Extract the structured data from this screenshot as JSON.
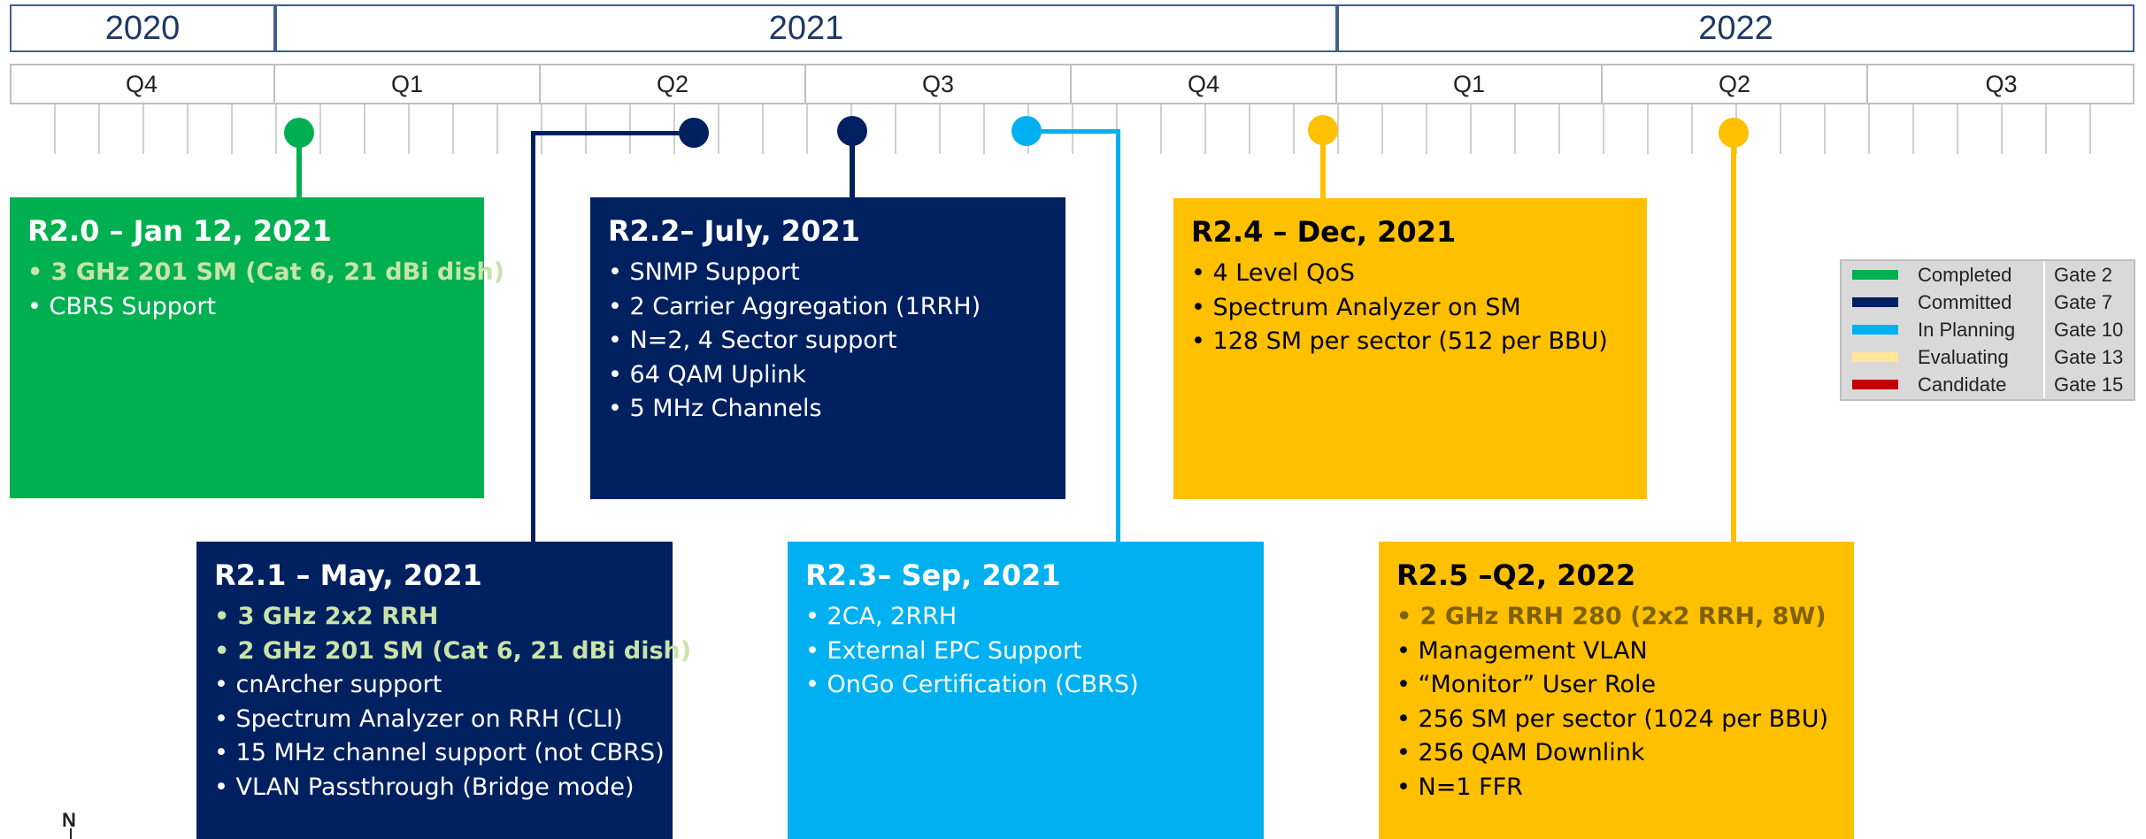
{
  "years": [
    "2020",
    "2021",
    "2022"
  ],
  "quarters": [
    "Q4",
    "Q1",
    "Q2",
    "Q3",
    "Q4",
    "Q1",
    "Q2",
    "Q3"
  ],
  "colors": {
    "completed": "#00b050",
    "committed": "#002060",
    "in_planning": "#00b0f0",
    "evaluating": "#ffe699",
    "candidate": "#c00000",
    "roadmap_gold": "#ffc000"
  },
  "releases": [
    {
      "title": "R2.0 – Jan 12, 2021",
      "items": [
        "3 GHz 201 SM (Cat 6, 21 dBi dish)",
        "CBRS Support"
      ],
      "highlight_count": 1,
      "status": "Completed"
    },
    {
      "title": "R2.1 – May, 2021",
      "items": [
        "3 GHz 2x2 RRH",
        "2 GHz 201 SM (Cat 6, 21 dBi dish)",
        "cnArcher support",
        "Spectrum Analyzer on RRH (CLI)",
        "15 MHz channel support (not CBRS)",
        "VLAN Passthrough (Bridge mode)"
      ],
      "highlight_count": 2,
      "status": "Committed"
    },
    {
      "title": "R2.2– July, 2021",
      "items": [
        "SNMP Support",
        "2 Carrier Aggregation (1RRH)",
        "N=2, 4 Sector support",
        "64 QAM Uplink",
        "5 MHz Channels"
      ],
      "highlight_count": 0,
      "status": "Committed"
    },
    {
      "title": "R2.3– Sep, 2021",
      "items": [
        "2CA, 2RRH",
        "External EPC Support",
        "OnGo Certification (CBRS)"
      ],
      "highlight_count": 0,
      "status": "In Planning"
    },
    {
      "title": "R2.4 – Dec, 2021",
      "items": [
        "4 Level QoS",
        "Spectrum Analyzer on SM",
        "128 SM per sector (512 per BBU)"
      ],
      "highlight_count": 0,
      "status": "Gold"
    },
    {
      "title": "R2.5 –Q2, 2022",
      "items": [
        "2 GHz RRH 280 (2x2 RRH, 8W)",
        "Management VLAN",
        "“Monitor” User Role",
        "256 SM per sector (1024 per BBU)",
        "256 QAM Downlink",
        "N=1 FFR"
      ],
      "highlight_count": 1,
      "status": "Gold"
    }
  ],
  "legend": [
    {
      "label": "Completed",
      "gate": "Gate 2",
      "color": "#00b050"
    },
    {
      "label": "Committed",
      "gate": "Gate 7",
      "color": "#002060"
    },
    {
      "label": "In Planning",
      "gate": "Gate 10",
      "color": "#00b0f0"
    },
    {
      "label": "Evaluating",
      "gate": "Gate 13",
      "color": "#ffe699"
    },
    {
      "label": "Candidate",
      "gate": "Gate 15",
      "color": "#c00000"
    }
  ],
  "compass": "N"
}
